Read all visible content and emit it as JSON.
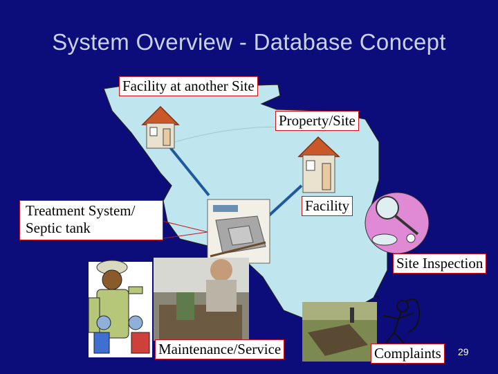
{
  "slide": {
    "title": "System Overview - Database Concept",
    "page_number": "29"
  },
  "labels": {
    "facility_other_site": "Facility at another Site",
    "property_site": "Property/Site",
    "facility": "Facility",
    "treatment_system": "Treatment System/ Septic tank",
    "site_inspection": "Site Inspection",
    "maintenance_service": "Maintenance/Service",
    "complaints": "Complaints"
  },
  "colors": {
    "background": "#0c0c7a",
    "map_fill": "#bfe6ef",
    "connector": "#1f5a9c",
    "callout_border": "#cc1111",
    "roof": "#c8582a",
    "title_text": "#c9d2e6"
  },
  "icons": {
    "house": "house-icon",
    "inspector": "inspector-clipart",
    "magnifier": "magnifier-clipart",
    "complaint_figure": "complaint-figure-clipart"
  }
}
